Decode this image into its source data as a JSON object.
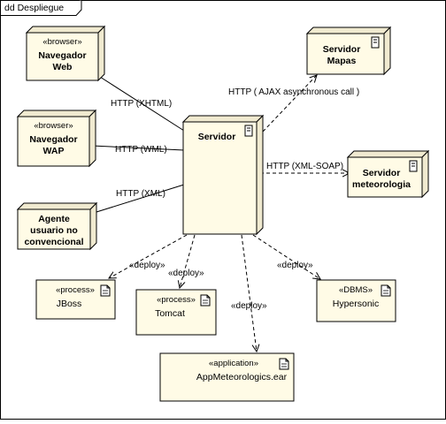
{
  "frame": {
    "title": "dd Despliegue"
  },
  "nodes": {
    "navegador_web": {
      "stereotype": "«browser»",
      "line1": "Navegador",
      "line2": "Web"
    },
    "navegador_wap": {
      "stereotype": "«browser»",
      "line1": "Navegador",
      "line2": "WAP"
    },
    "agente": {
      "line1": "Agente",
      "line2": "usuario no",
      "line3": "convencional"
    },
    "servidor": {
      "name": "Servidor"
    },
    "servidor_mapas": {
      "line1": "Servidor",
      "line2": "Mapas"
    },
    "servidor_meteo": {
      "line1": "Servidor",
      "line2": "meteorologia"
    }
  },
  "artifacts": {
    "jboss": {
      "stereotype": "«process»",
      "name": "JBoss"
    },
    "tomcat": {
      "stereotype": "«process»",
      "name": "Tomcat"
    },
    "hypersonic": {
      "stereotype": "«DBMS»",
      "name": "Hypersonic"
    },
    "app": {
      "stereotype": "«application»",
      "name": "AppMeteorologics.ear"
    }
  },
  "connectors": {
    "http_xhtml": "HTTP (XHTML)",
    "http_wml": "HTTP (WML)",
    "http_xml": "HTTP (XML)",
    "http_ajax": "HTTP ( AJAX asynchronous call )",
    "http_xmlsoap": "HTTP (XML-SOAP)",
    "deploy_jboss": "«deploy»",
    "deploy_tomcat": "«deploy»",
    "deploy_app": "«deploy»",
    "deploy_hypersonic": "«deploy»"
  }
}
